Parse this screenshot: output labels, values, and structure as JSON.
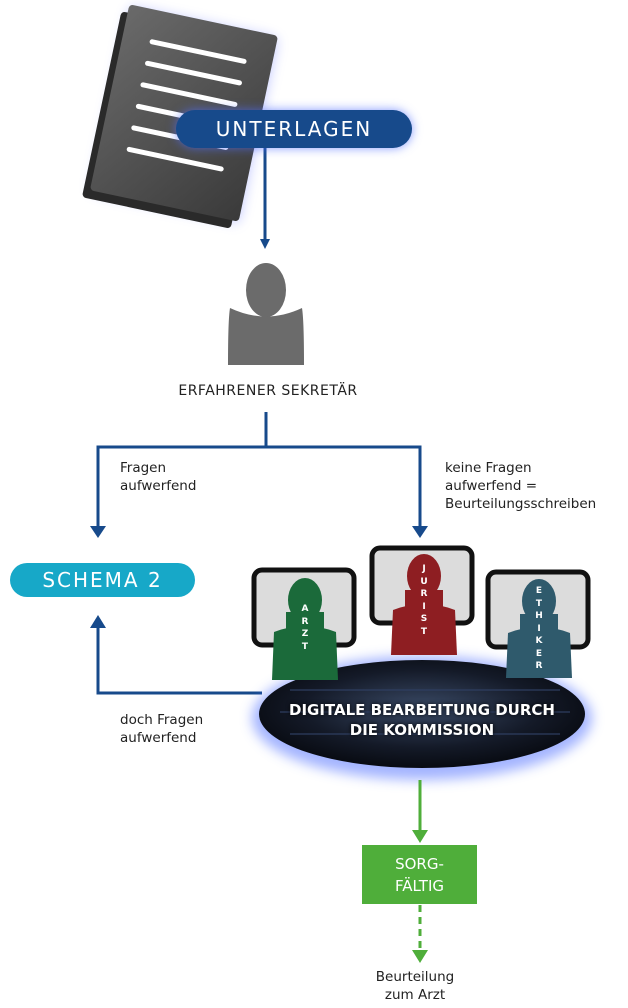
{
  "nodes": {
    "unterlagen": "UNTERLAGEN",
    "sekretaer": "ERFAHRENER SEKRETÄR",
    "schema": "SCHEMA 2",
    "kommission": "DIGITALE BEARBEITUNG DURCH\nDIE KOMMISSION",
    "sorgfaeltig": "SORG-\nFÄLTIG",
    "ergebnis": "Beurteilung\nzum Arzt"
  },
  "edges": {
    "fragen": "Fragen\naufwerfend",
    "keine_fragen": "keine Fragen\naufwerfend =\nBeurteilungsschreiben",
    "doch_fragen": "doch Fragen\naufwerfend"
  },
  "commission": {
    "arzt": [
      "A",
      "R",
      "Z",
      "T"
    ],
    "jurist": [
      "J",
      "U",
      "R",
      "I",
      "S",
      "T"
    ],
    "ethiker": [
      "E",
      "T",
      "H",
      "I",
      "K",
      "E",
      "R"
    ]
  },
  "colors": {
    "blue_arrow": "#174a8b",
    "cyan": "#17a8c8",
    "green": "#4fae3a",
    "arzt": "#1b6a3a",
    "jurist": "#8e1e22",
    "ethiker": "#2f5a6c"
  }
}
